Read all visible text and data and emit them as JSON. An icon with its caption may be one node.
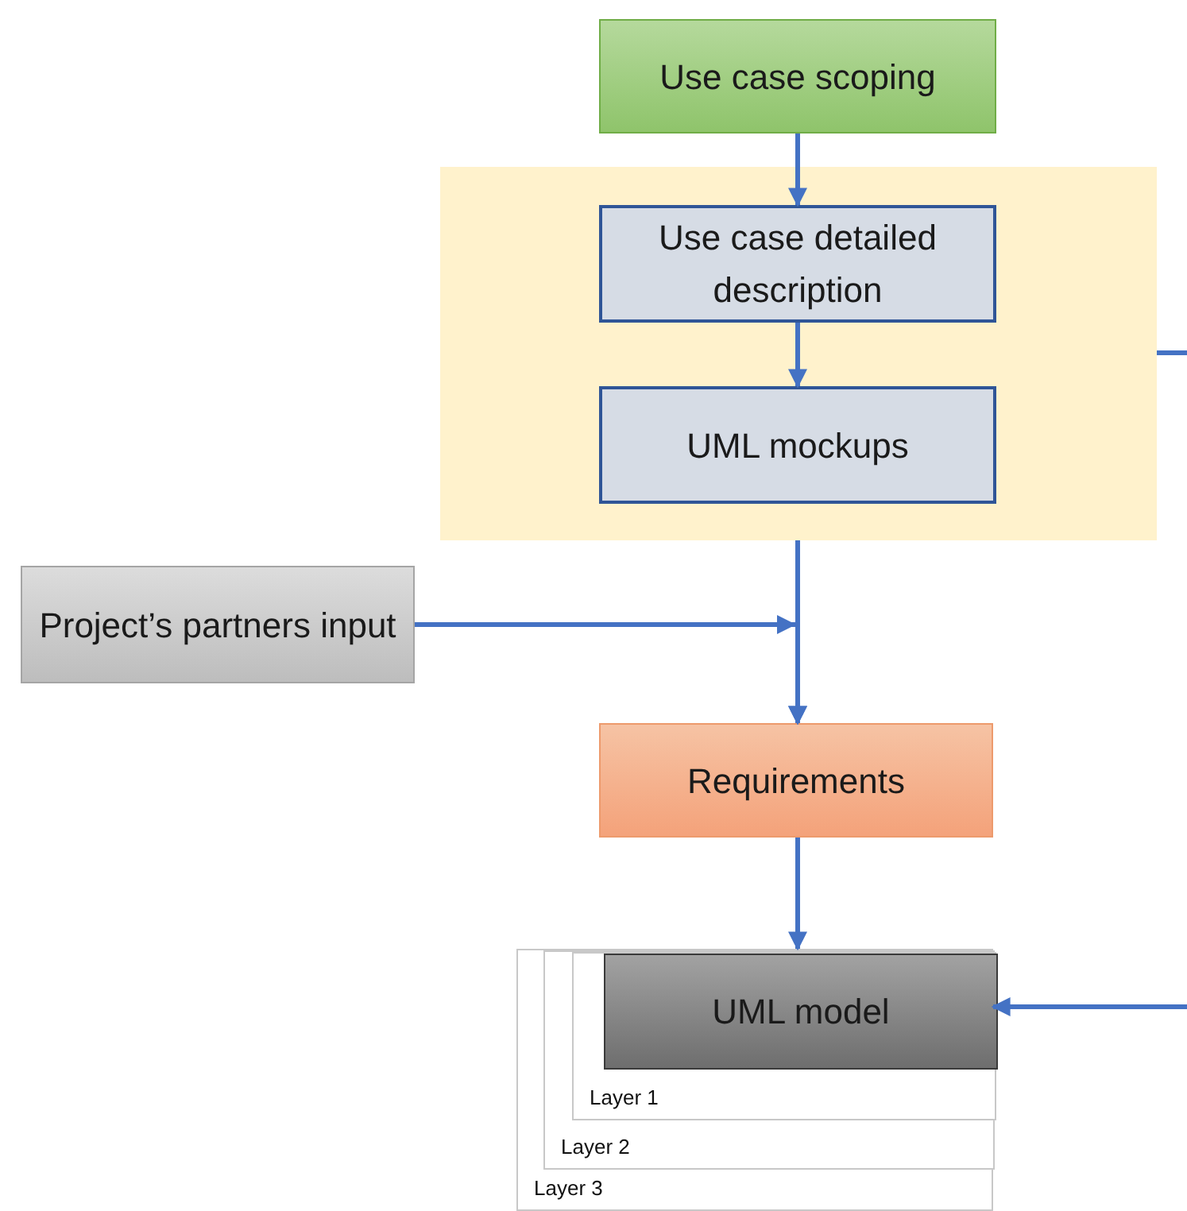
{
  "diagram": {
    "nodes": [
      {
        "text": [
          "Use case scoping"
        ]
      },
      {
        "text": [],
        "shape": "box"
      },
      {
        "text": [
          "Use case detailed description"
        ],
        "in": 1
      },
      {
        "text": [
          "UML mockups"
        ],
        "in": 1
      },
      {
        "text": [
          "Project’s partners input"
        ]
      },
      {
        "text": [
          "Requirements"
        ]
      },
      {
        "text": [
          "Layer 3"
        ]
      },
      {
        "text": [
          "Layer 2"
        ],
        "in": 6
      },
      {
        "text": [
          "Layer 1"
        ],
        "in": 7
      },
      {
        "text": [
          "UML model"
        ],
        "in": 8
      }
    ],
    "edges": [
      {
        "from": 0,
        "to": 2,
        "arrow": "to"
      },
      {
        "from": 2,
        "to": 3,
        "arrow": "to"
      },
      {
        "from": 1,
        "to": 5,
        "arrow": "to"
      },
      {
        "from": 4,
        "to": 5,
        "arrow": "to"
      },
      {
        "from": 5,
        "to": 9,
        "arrow": "to"
      },
      {
        "from": 1,
        "to": null,
        "arrow": "none"
      },
      {
        "from": null,
        "to": 9,
        "arrow": "to"
      }
    ]
  }
}
